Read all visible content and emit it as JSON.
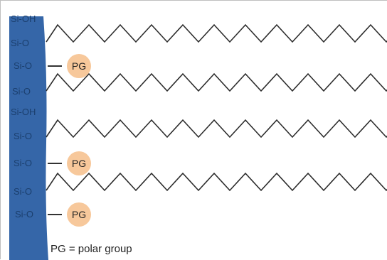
{
  "surface": {
    "groups": [
      {
        "type": "silanol",
        "label": "Si-OH"
      },
      {
        "type": "chain",
        "label": "Si-O"
      },
      {
        "type": "polar",
        "label": "Si-O",
        "pg": "PG"
      },
      {
        "type": "chain",
        "label": "Si-O"
      },
      {
        "type": "silanol",
        "label": "Si-OH"
      },
      {
        "type": "chain",
        "label": "Si-O"
      },
      {
        "type": "polar",
        "label": "Si-O",
        "pg": "PG"
      },
      {
        "type": "chain",
        "label": "Si-O"
      },
      {
        "type": "polar",
        "label": "Si-O",
        "pg": "PG"
      }
    ]
  },
  "legend": {
    "caption": "PG = polar group"
  },
  "colors": {
    "silica": "#3566a8",
    "pg_fill": "#f7c89b",
    "chain": "#2b2b2b"
  }
}
